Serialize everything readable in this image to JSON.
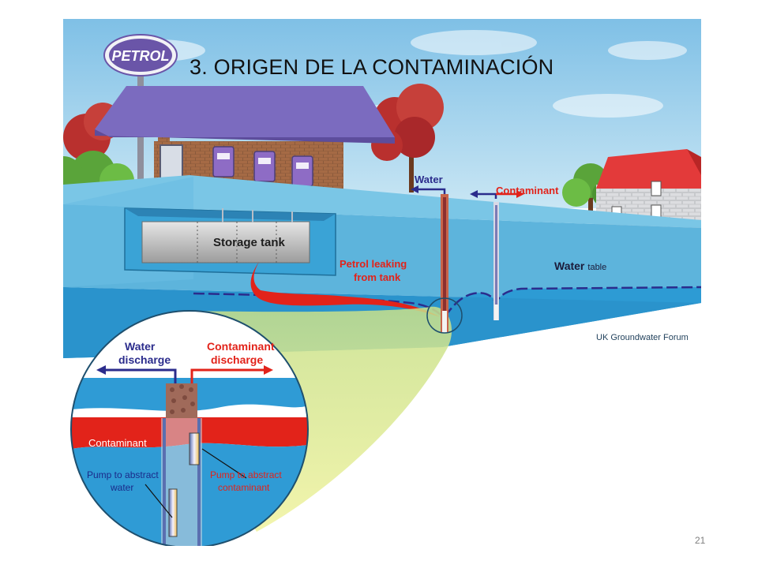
{
  "slide": {
    "title": "3. ORIGEN DE LA CONTAMINACIÓN",
    "page_number": "21"
  },
  "diagram": {
    "sign_text": "PETROL",
    "storage_tank_label": "Storage tank",
    "leak_label_1": "Petrol leaking",
    "leak_label_2": "from tank",
    "water_label": "Water",
    "contaminant_label": "Contaminant",
    "water_table_1": "Water",
    "water_table_2": "table",
    "credit": "UK Groundwater Forum",
    "inset": {
      "water_discharge_1": "Water",
      "water_discharge_2": "discharge",
      "contaminant_discharge_1": "Contaminant",
      "contaminant_discharge_2": "discharge",
      "contaminant_layer": "Contaminant",
      "pump_water_1": "Pump to abstract",
      "pump_water_2": "water",
      "pump_contaminant_1": "Pump to abstract",
      "pump_contaminant_2": "contaminant"
    },
    "colors": {
      "sky": "#9fd0ea",
      "ground": "#63b7dd",
      "saturated": "#2c9bd3",
      "contaminant": "#e2231a",
      "water_arrow": "#2b2c8c",
      "contaminant_arrow": "#e2231a",
      "canopy": "#b9302e",
      "roof": "#7b6bbf",
      "sign": "#6a55a8",
      "funnel": "#e8ee9a"
    }
  }
}
